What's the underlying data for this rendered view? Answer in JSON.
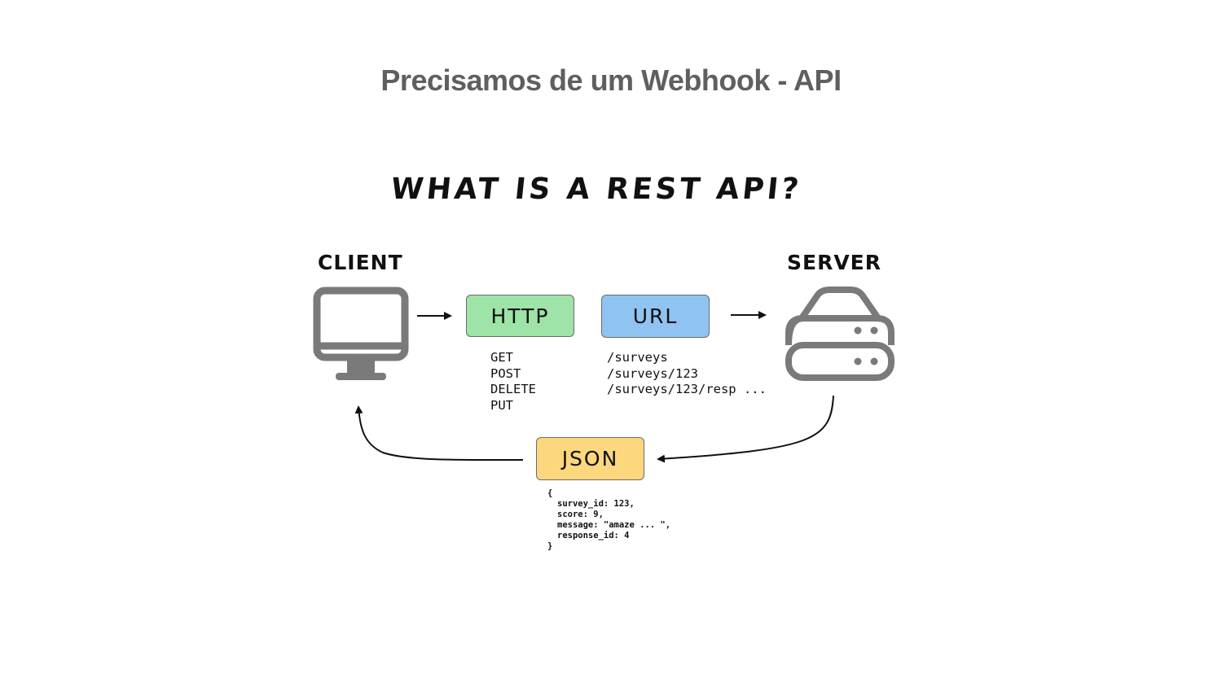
{
  "slide": {
    "title": "Precisamos de um Webhook - API"
  },
  "diagram": {
    "title": "WHAT IS A REST API?",
    "client": {
      "label": "CLIENT",
      "icon": "monitor-icon"
    },
    "server": {
      "label": "SERVER",
      "icon": "server-icon"
    },
    "http": {
      "label": "HTTP",
      "color": "#9ee3a8",
      "methods": [
        "GET",
        "POST",
        "DELETE",
        "PUT"
      ]
    },
    "url": {
      "label": "URL",
      "color": "#8fc3f1",
      "paths": [
        "/surveys",
        "/surveys/123",
        "/surveys/123/resp ..."
      ]
    },
    "json": {
      "label": "JSON",
      "color": "#fcd77e",
      "open": "{",
      "lines": [
        "survey_id: 123,",
        "score: 9,",
        "message: \"amaze ... \",",
        "response_id: 4"
      ],
      "close": "}"
    }
  }
}
